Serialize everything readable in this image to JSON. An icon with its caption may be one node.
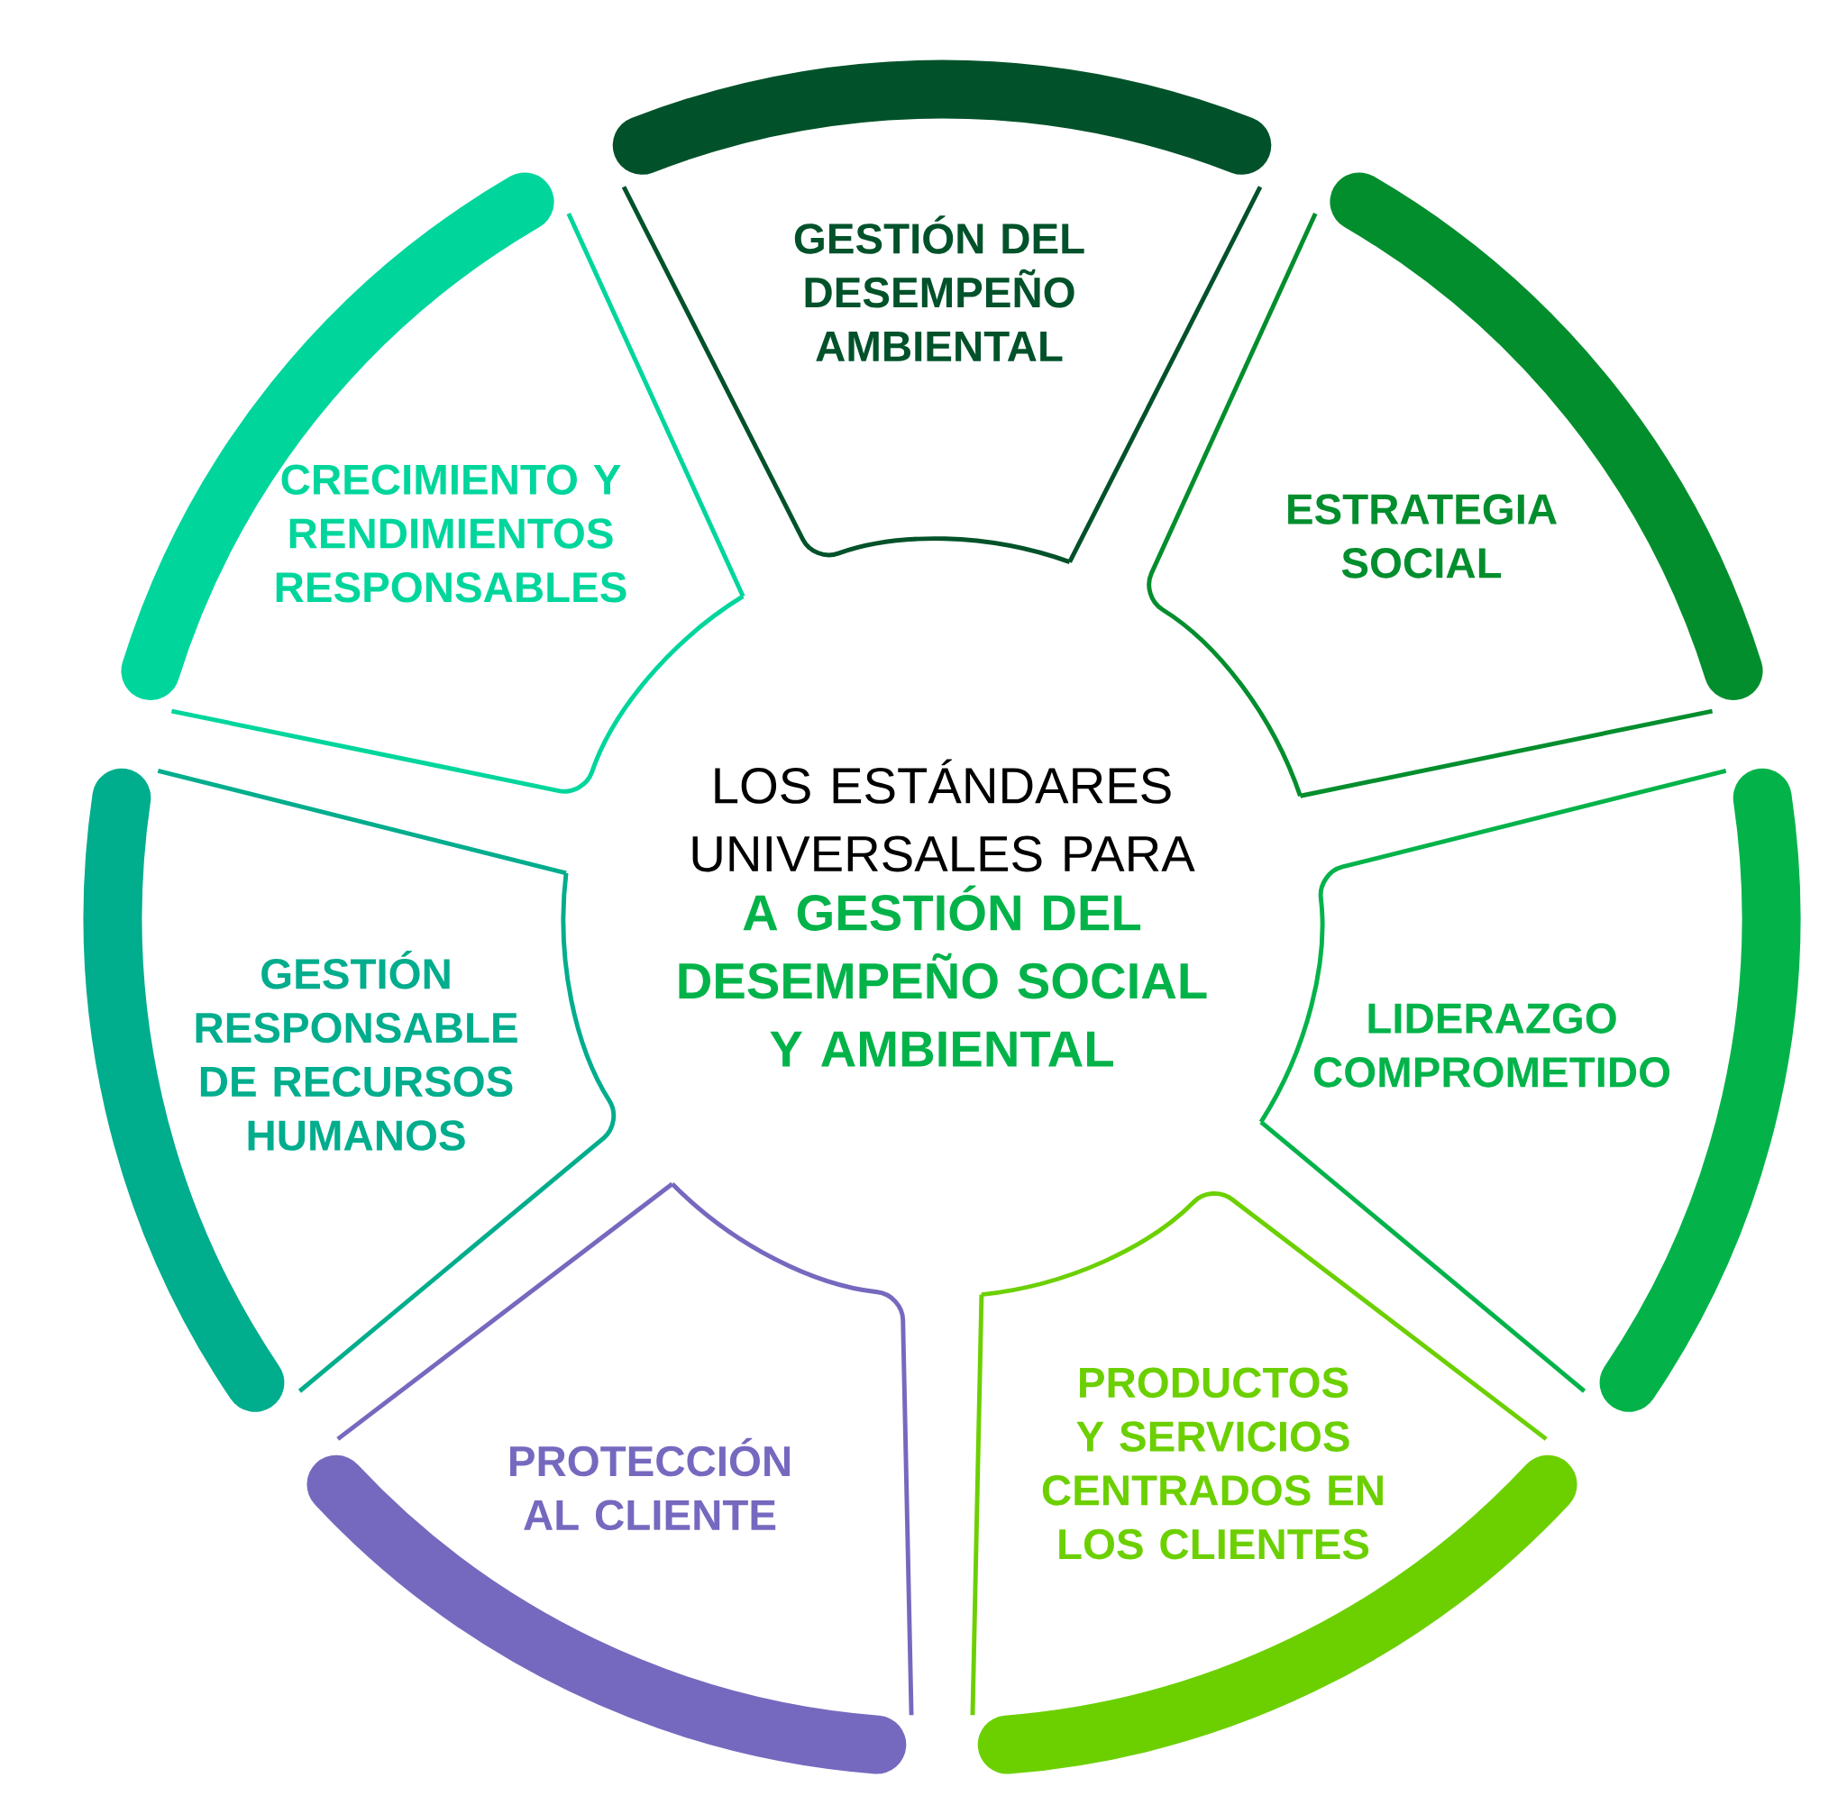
{
  "diagram": {
    "nodes": [
      {
        "text": [
          "GESTIÓN DEL DESEMPEÑO AMBIENTAL"
        ]
      },
      {
        "text": [
          "ESTRATEGIA SOCIAL"
        ]
      },
      {
        "text": [
          "LIDERAZGO COMPROMETIDO"
        ]
      },
      {
        "text": [
          "PRODUCTOS Y SERVICIOS CENTRADOS EN LOS CLIENTES"
        ]
      },
      {
        "text": [
          "PROTECCIÓN AL CLIENTE"
        ]
      },
      {
        "text": [
          "GESTIÓN RESPONSABLE DE RECURSOS HUMANOS"
        ]
      },
      {
        "text": [
          "CRECIMIENTO Y RENDIMIENTOS RESPONSABLES"
        ]
      }
    ],
    "labels": [
      "LOS ESTÁNDARES UNIVERSALES PARA",
      "A GESTIÓN DEL DESEMPEÑO SOCIAL Y AMBIENTAL"
    ]
  }
}
